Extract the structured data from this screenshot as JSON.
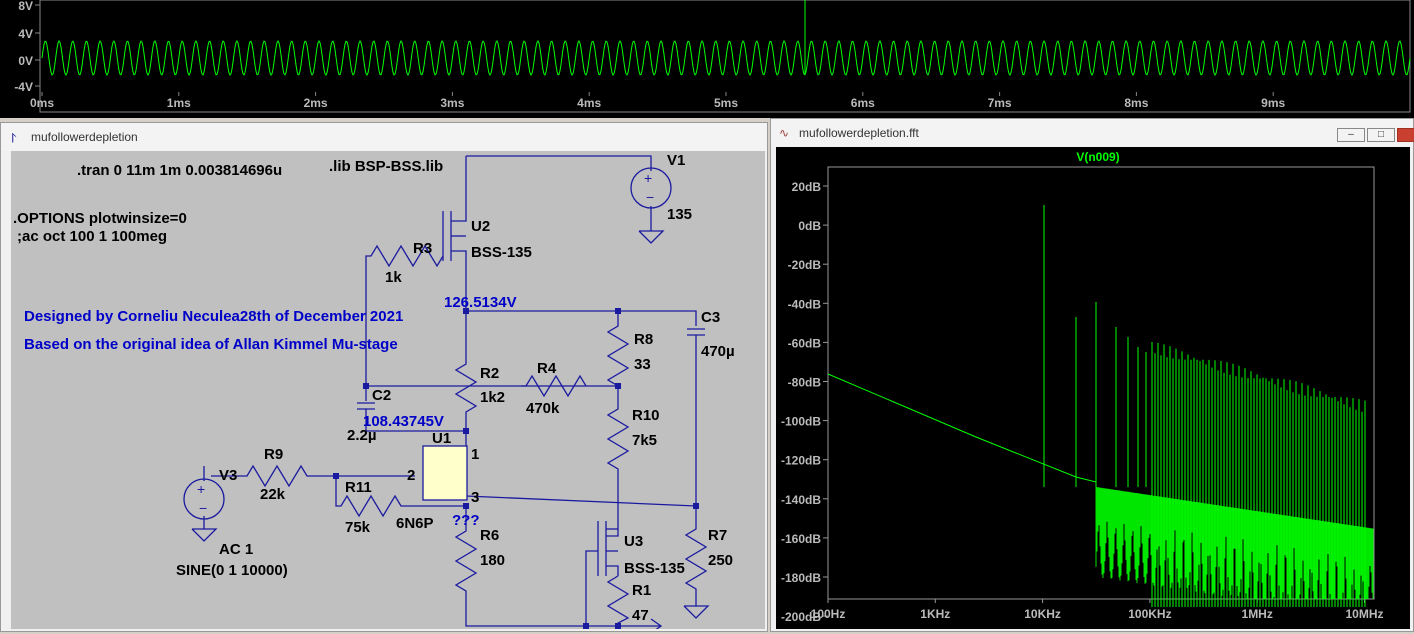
{
  "waveform": {
    "y_ticks": [
      "8V",
      "4V",
      "0V",
      "-4V"
    ],
    "x_ticks": [
      "0ms",
      "1ms",
      "2ms",
      "3ms",
      "4ms",
      "5ms",
      "6ms",
      "7ms",
      "8ms",
      "9ms"
    ],
    "trace_color": "#00ff00"
  },
  "schematic": {
    "title": "mufollowerdepletion",
    "directives": {
      "tran": ".tran 0 11m 1m 0.003814696u",
      "lib": ".lib BSP-BSS.lib",
      "options": ".OPTIONS plotwinsize=0",
      "ac": ";ac oct 100 1 100meg"
    },
    "notes": {
      "designed_by": "Designed by Corneliu Neculea28th of December 2021",
      "based_on": "Based on the original idea of Allan Kimmel Mu-stage"
    },
    "node_voltages": {
      "v1": "126.5134V",
      "v2": "108.43745V",
      "v3": "???"
    },
    "components": {
      "v1": {
        "name": "V1",
        "value": "135"
      },
      "u2": {
        "name": "U2",
        "value": "BSS-135"
      },
      "r3": {
        "name": "R3",
        "value": "1k"
      },
      "c3": {
        "name": "C3",
        "value": "470µ"
      },
      "r8": {
        "name": "R8",
        "value": "33"
      },
      "r2": {
        "name": "R2",
        "value": "1k2"
      },
      "r4": {
        "name": "R4",
        "value": "470k"
      },
      "r10": {
        "name": "R10",
        "value": "7k5"
      },
      "c2": {
        "name": "C2",
        "value": "2.2µ"
      },
      "u1": {
        "name": "U1",
        "value": "6N6P",
        "pin1": "1",
        "pin2": "2",
        "pin3": "3"
      },
      "r9": {
        "name": "R9",
        "value": "22k"
      },
      "v3": {
        "name": "V3",
        "ac": "AC 1",
        "sine": "SINE(0 1 10000)"
      },
      "r11": {
        "name": "R11",
        "value": "75k"
      },
      "r6": {
        "name": "R6",
        "value": "180"
      },
      "u3": {
        "name": "U3",
        "value": "BSS-135"
      },
      "r7": {
        "name": "R7",
        "value": "250"
      },
      "r1": {
        "name": "R1",
        "value": "47"
      }
    },
    "colors": {
      "wire": "#1a1aa0",
      "note": "#0000c8",
      "canvas": "#c0c0c0"
    }
  },
  "fft": {
    "title": "mufollowerdepletion.fft",
    "trace_label": "V(n009)",
    "y_ticks": [
      "20dB",
      "0dB",
      "-20dB",
      "-40dB",
      "-60dB",
      "-80dB",
      "-100dB",
      "-120dB",
      "-140dB",
      "-160dB",
      "-180dB",
      "-200dB"
    ],
    "x_ticks": [
      "100Hz",
      "1KHz",
      "10KHz",
      "100KHz",
      "1MHz",
      "10MHz"
    ],
    "trace_color": "#00ff00",
    "window_buttons": {
      "minimize": "–",
      "maximize": "□"
    }
  }
}
